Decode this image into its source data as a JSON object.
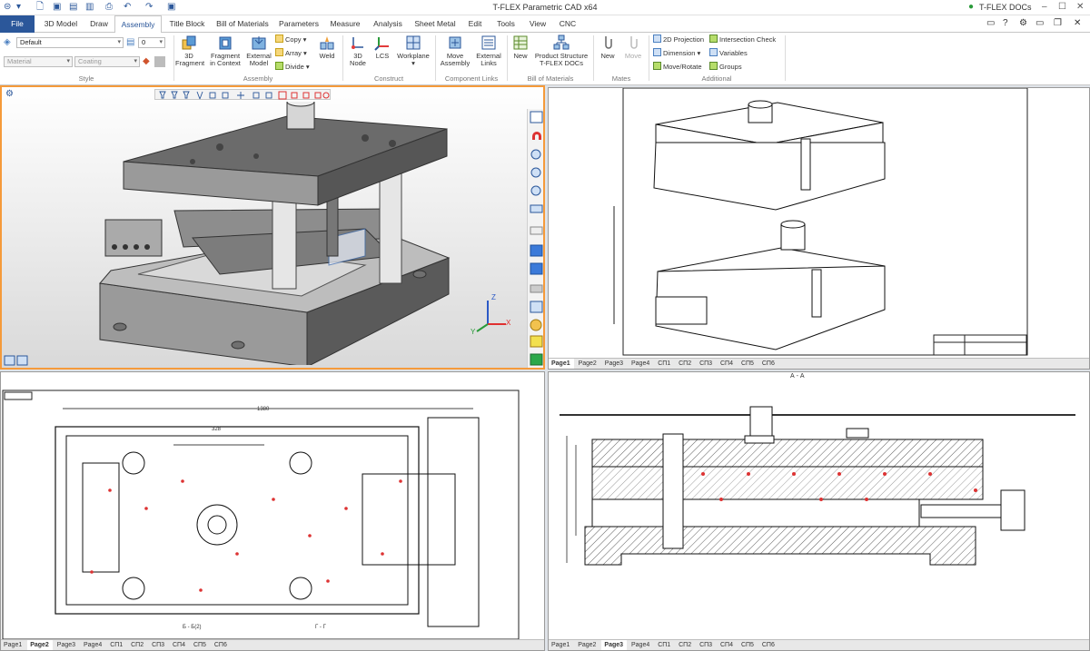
{
  "app_title": "T-FLEX Parametric CAD x64",
  "docs_label": "T-FLEX DOCs",
  "tabs": [
    "File",
    "3D Model",
    "Draw",
    "Assembly",
    "Title Block",
    "Bill of Materials",
    "Parameters",
    "Measure",
    "Analysis",
    "Sheet Metal",
    "Edit",
    "Tools",
    "View",
    "CNC"
  ],
  "style": {
    "layer_value": "Default",
    "number_value": "0",
    "material_placeholder": "Material",
    "coating_placeholder": "Coating",
    "group_label": "Style"
  },
  "assembly": {
    "group_label": "Assembly",
    "fragment3d": "3D Fragment",
    "fragment_ctx": "Fragment in Context",
    "external_model": "External Model",
    "copy": "Copy",
    "array": "Array",
    "divide": "Divide",
    "weld": "Weld"
  },
  "construct": {
    "group_label": "Construct",
    "node3d": "3D Node",
    "lcs": "LCS",
    "workplane": "Workplane"
  },
  "component_links": {
    "group_label": "Component Links",
    "move_assembly": "Move Assembly",
    "external_links": "External Links"
  },
  "bom": {
    "group_label": "Bill of Materials",
    "new": "New",
    "product_structure": "Product Structure T-FLEX DOCs"
  },
  "mates": {
    "group_label": "Mates",
    "new": "New",
    "move": "Move"
  },
  "additional": {
    "group_label": "Additional",
    "projection": "2D Projection",
    "dimension": "Dimension",
    "move_rotate": "Move/Rotate",
    "intersection": "Intersection Check",
    "variables": "Variables",
    "groups": "Groups"
  },
  "axes": {
    "x": "X",
    "y": "Y",
    "z": "Z"
  },
  "sheets": {
    "pages_tr": [
      "Page1",
      "Page2",
      "Page3",
      "Page4",
      "СП1",
      "СП2",
      "СП3",
      "СП4",
      "СП5",
      "СП6"
    ],
    "active_tr": "Page1",
    "pages_bl": [
      "Page1",
      "Page2",
      "Page3",
      "Page4",
      "СП1",
      "СП2",
      "СП3",
      "СП4",
      "СП5",
      "СП6"
    ],
    "active_bl": "Page2",
    "pages_br": [
      "Page1",
      "Page2",
      "Page3",
      "Page4",
      "СП1",
      "СП2",
      "СП3",
      "СП4",
      "СП5",
      "СП6"
    ],
    "active_br": "Page3"
  },
  "drawing_labels": {
    "section_aa": "А - А",
    "view_bb": "Б - Б(2)",
    "view_gg": "Г - Г",
    "dim_top": "1380",
    "dim_mid": "328"
  }
}
